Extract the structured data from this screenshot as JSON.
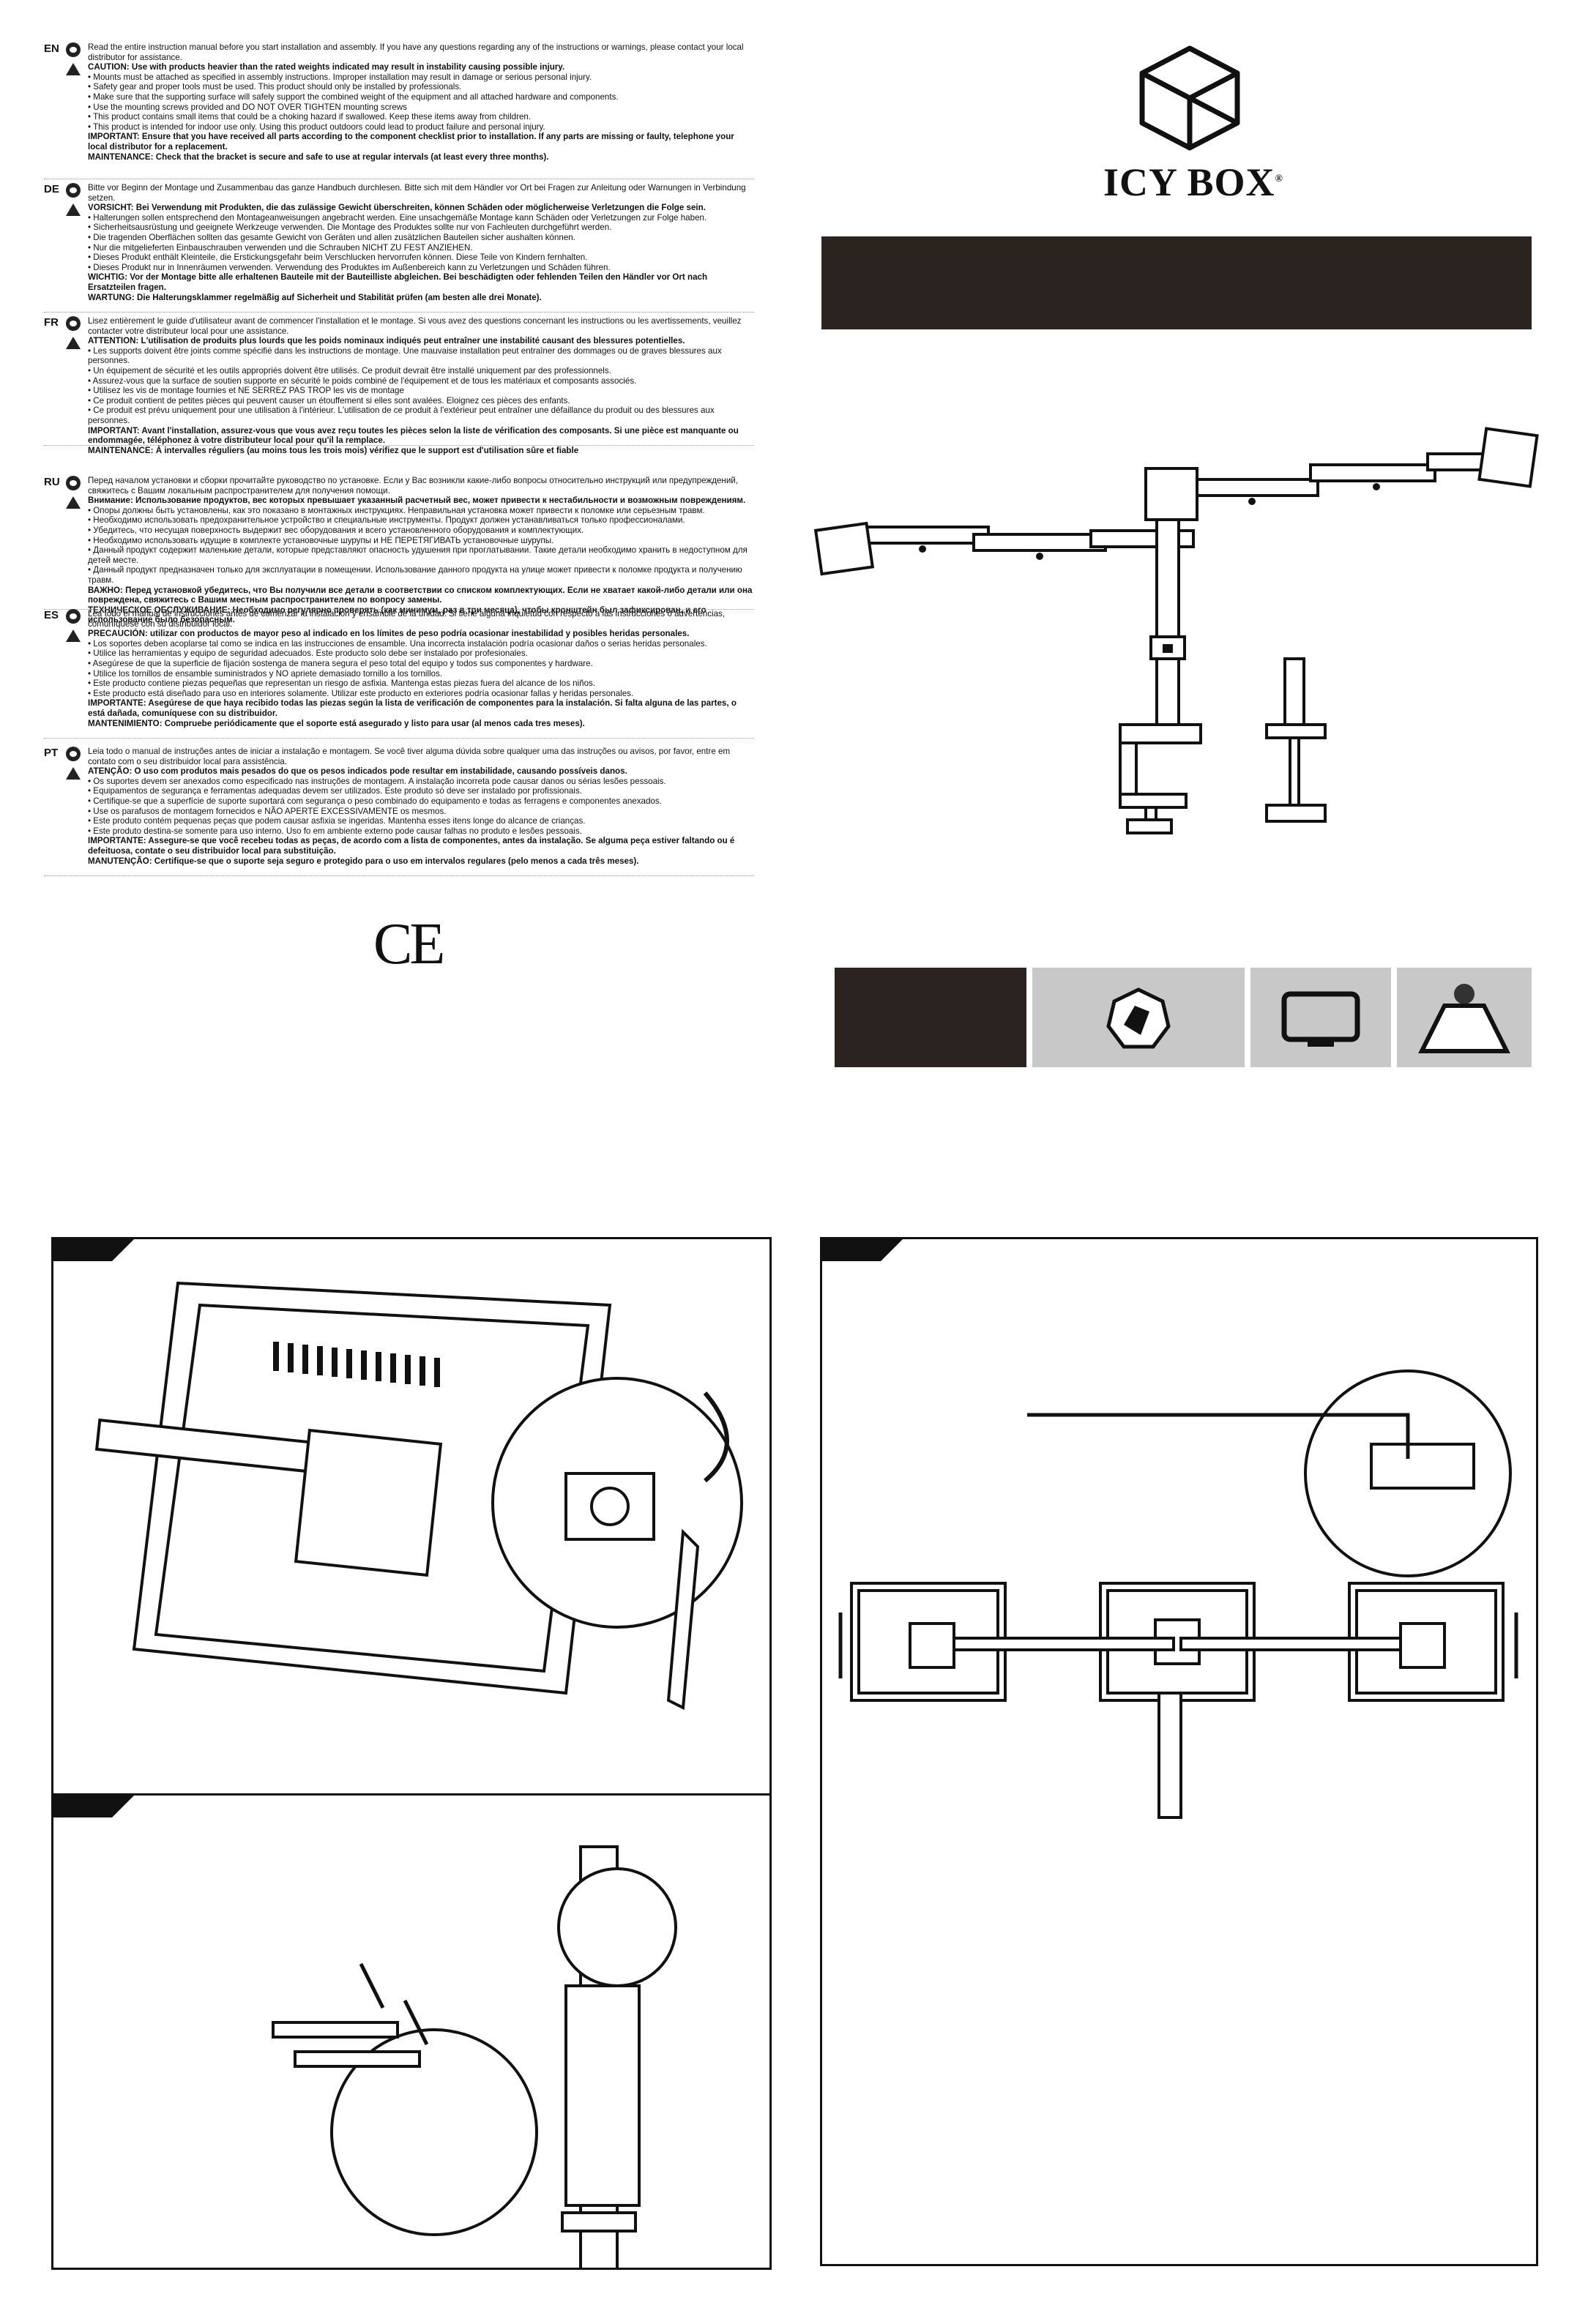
{
  "brand": {
    "name": "ICY BOX",
    "mark": "®"
  },
  "languages": [
    {
      "code": "EN",
      "paragraphs": [
        "Read the entire instruction manual before you start installation and assembly. If you have any questions regarding any of the instructions or warnings, please contact your local distributor for assistance.",
        "CAUTION: Use with products heavier than the rated weights indicated may result in instability causing possible injury.",
        "• Mounts must be attached as specified in assembly instructions. Improper installation may result in damage or serious personal injury.",
        "• Safety gear and proper tools must be used. This product should only be installed by professionals.",
        "• Make sure that the supporting surface will safely support the combined weight of the equipment and all attached hardware and components.",
        "• Use the mounting screws provided and DO NOT OVER TIGHTEN mounting screws",
        "• This product contains small items that could be a choking hazard if swallowed. Keep these items away from children.",
        "• This product is intended for indoor use only. Using this product outdoors could lead to product failure and personal injury.",
        "IMPORTANT: Ensure that you have received all parts according to the component checklist prior to installation. If any parts are missing or faulty, telephone your local distributor for a replacement.",
        "MAINTENANCE: Check that the bracket is secure and safe to use at regular intervals (at least every three months)."
      ]
    },
    {
      "code": "DE",
      "paragraphs": [
        "Bitte vor Beginn der Montage und Zusammenbau das ganze Handbuch durchlesen. Bitte sich mit dem Händler vor Ort bei Fragen zur Anleitung oder Warnungen in Verbindung setzen.",
        "VORSICHT: Bei Verwendung mit Produkten, die das zulässige Gewicht überschreiten, können Schäden oder möglicherweise Verletzungen die Folge sein.",
        "• Halterungen sollen entsprechend den Montageanweisungen angebracht werden. Eine unsachgemäße Montage kann Schäden oder Verletzungen zur Folge haben.",
        "• Sicherheitsausrüstung und geeignete Werkzeuge verwenden. Die Montage des Produktes sollte nur von Fachleuten durchgeführt werden.",
        "• Die tragenden Oberflächen sollten das gesamte Gewicht von Geräten und allen zusätzlichen Bauteilen sicher aushalten können.",
        "• Nur die mitgelieferten Einbauschrauben verwenden und die Schrauben NICHT ZU FEST ANZIEHEN.",
        "• Dieses Produkt enthält Kleinteile, die Erstickungsgefahr beim Verschlucken hervorrufen können. Diese Teile von Kindern fernhalten.",
        "• Dieses Produkt nur in Innenräumen verwenden. Verwendung des Produktes im Außenbereich kann zu Verletzungen und Schäden führen.",
        "WICHTIG: Vor der Montage bitte alle erhaltenen Bauteile mit der Bauteilliste abgleichen. Bei beschädigten oder fehlenden Teilen den Händler vor Ort nach Ersatzteilen fragen.",
        "WARTUNG: Die Halterungsklammer regelmäßig auf Sicherheit und Stabilität prüfen (am besten alle drei Monate)."
      ]
    },
    {
      "code": "FR",
      "paragraphs": [
        "Lisez entièrement le guide d'utilisateur avant de commencer l'installation et le montage. Si vous avez des questions concernant les instructions ou les avertissements, veuillez contacter votre distributeur local pour une assistance.",
        "ATTENTION: L'utilisation de produits plus lourds que les poids nominaux indiqués peut entraîner une instabilité causant des blessures potentielles.",
        "• Les supports doivent être joints comme spécifié dans les instructions de montage. Une mauvaise installation peut entraîner des dommages ou de graves blessures aux personnes.",
        "• Un équipement de sécurité et les outils appropriés doivent être utilisés. Ce produit devrait être installé uniquement par des professionnels.",
        "• Assurez-vous que la surface de soutien supporte en sécurité le poids combiné de l'équipement et de tous les matériaux et composants associés.",
        "• Utilisez les vis de montage fournies et NE SERREZ PAS TROP les vis de montage",
        "• Ce produit contient de petites pièces qui peuvent causer un étouffement si elles sont avalées. Eloignez ces pièces des enfants.",
        "• Ce produit est prévu uniquement pour une utilisation à l'intérieur. L'utilisation de ce produit à l'extérieur peut entraîner une défaillance du produit ou des blessures aux personnes.",
        "IMPORTANT: Avant l'installation, assurez-vous que vous avez reçu toutes les pièces selon la liste de vérification des composants. Si une pièce est manquante ou endommagée, téléphonez à votre distributeur local pour qu'il la remplace.",
        "MAINTENANCE: À intervalles réguliers (au moins tous les trois mois) vérifiez que le support est d'utilisation sûre et fiable"
      ]
    },
    {
      "code": "RU",
      "paragraphs": [
        "Перед началом установки и сборки прочитайте руководство по установке. Если у Вас возникли какие-либо вопросы относительно инструкций или предупреждений, свяжитесь с Вашим локальным распространителем для получения помощи.",
        "Внимание: Использование продуктов, вес которых превышает указанный расчетный вес, может привести к нестабильности и возможным повреждениям.",
        "• Опоры должны быть установлены, как это показано в монтажных инструкциях. Неправильная установка может привести к поломке или серьезным травм.",
        "• Необходимо использовать предохранительное устройство и специальные инструменты. Продукт должен устанавливаться только профессионалами.",
        "• Убедитесь, что несущая поверхность выдержит вес оборудования и всего установленного оборудования и комплектующих.",
        "• Необходимо использовать идущие в комплекте установочные шурупы и НЕ ПЕРЕТЯГИВАТЬ установочные шурупы.",
        "• Данный продукт содержит маленькие детали, которые представляют опасность удушения при проглатывании. Такие детали необходимо хранить в недоступном для детей месте.",
        "• Данный продукт предназначен только для эксплуатации в помещении. Использование данного продукта на улице может привести к поломке продукта и получению травм.",
        "ВАЖНО: Перед установкой убедитесь, что Вы получили все детали в соответствии со списком комплектующих. Если не хватает какой-либо детали или она повреждена, свяжитесь с Вашим местным распространителем по вопросу замены.",
        "ТЕХНИЧЕСКОЕ ОБСЛУЖИВАНИЕ: Необходимо регулярно проверять (как минимум, раз в три месяца), чтобы кронштейн был зафиксирован, и его использование было безопасным."
      ]
    },
    {
      "code": "ES",
      "paragraphs": [
        "Lea todo el manual de instrucciones antes de comenzar la instalación y ensamble de la unidad. Si tiene alguna inquietud con respecto a las instrucciones o advertencias, comuníquese con su distribuidor local.",
        "PRECAUCIÓN: utilizar con productos de mayor peso al indicado en los límites de peso podría ocasionar inestabilidad y posibles heridas personales.",
        "• Los soportes deben acoplarse tal como se indica en las instrucciones de ensamble. Una incorrecta instalación podría ocasionar daños o serias heridas personales.",
        "• Utilice las herramientas y equipo de seguridad adecuados. Este producto solo debe ser instalado por profesionales.",
        "• Asegúrese de que la superficie de fijación sostenga de manera segura el peso total del equipo y todos sus componentes y hardware.",
        "• Utilice los tornillos de ensamble suministrados y NO apriete demasiado tornillo a los tornillos.",
        "• Este producto contiene piezas pequeñas que representan un riesgo de asfixia. Mantenga estas piezas fuera del alcance de los niños.",
        "• Este producto está diseñado para uso en interiores solamente. Utilizar este producto en exteriores podría ocasionar fallas y heridas personales.",
        "IMPORTANTE: Asegúrese de que haya recibido todas las piezas según la lista de verificación de componentes para la instalación. Si falta alguna de las partes, o está dañada, comuníquese con su distribuidor.",
        "MANTENIMIENTO: Compruebe periódicamente que el soporte está asegurado y listo para usar (al menos cada tres meses)."
      ]
    },
    {
      "code": "PT",
      "paragraphs": [
        "Leia todo o manual de instruções antes de iniciar a instalação e montagem. Se você tiver alguma dúvida sobre qualquer uma das instruções ou avisos, por favor, entre em contato com o seu distribuidor local para assistência.",
        "ATENÇÃO: O uso com produtos mais pesados do que os pesos indicados pode resultar em instabilidade, causando possíveis danos.",
        "• Os suportes devem ser anexados como especificado nas instruções de montagem. A instalação incorreta pode causar danos ou sérias lesões pessoais.",
        "• Equipamentos de segurança e ferramentas adequadas devem ser utilizados. Este produto só deve ser instalado por profissionais.",
        "• Certifique-se que a superfície de suporte suportará com segurança o peso combinado do equipamento e todas as ferragens e componentes anexados.",
        "• Use os parafusos de montagem fornecidos e NÃO APERTE EXCESSIVAMENTE os mesmos.",
        "• Este produto contém pequenas peças que podem causar asfixia se ingeridas. Mantenha esses itens longe do alcance de crianças.",
        "• Este produto destina-se somente para uso interno. Uso fo em ambiente externo pode causar falhas no produto e lesões pessoais.",
        "IMPORTANTE: Assegure-se que você recebeu todas as peças, de acordo com a lista de componentes, antes da instalação. Se alguma peça estiver faltando ou é defeituosa, contate o seu distribuidor local para substituição.",
        "MANUTENÇÃO: Certifique-se que o suporte seja seguro e protegido para o uso em intervalos regulares (pelo menos a cada três meses)."
      ]
    }
  ],
  "ce_mark": "CE",
  "icon_strip": [
    {
      "icon": "badge-icon"
    },
    {
      "icon": "monitor-icon"
    },
    {
      "icon": "weight-icon"
    }
  ],
  "colors": {
    "dark": "#2a2320",
    "gray": "#c8c8c8"
  }
}
